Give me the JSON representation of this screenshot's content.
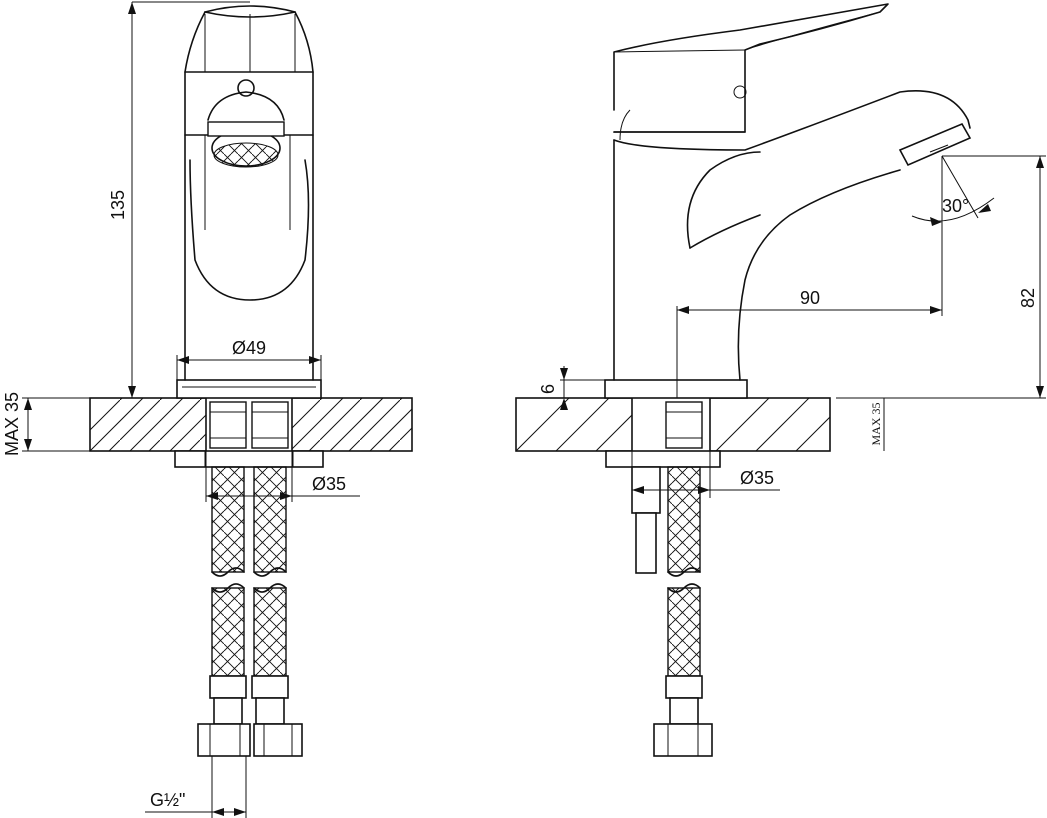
{
  "dimensions": {
    "height_total": "135",
    "base_diameter": "Ø49",
    "max_thickness_left": "MAX 35",
    "hose_hole_left": "Ø35",
    "thread": "G½\"",
    "spout_reach": "90",
    "spout_height": "82",
    "spout_angle": "30°",
    "base_height": "6",
    "hose_hole_right": "Ø35",
    "max_thickness_right": "MAX 35"
  }
}
